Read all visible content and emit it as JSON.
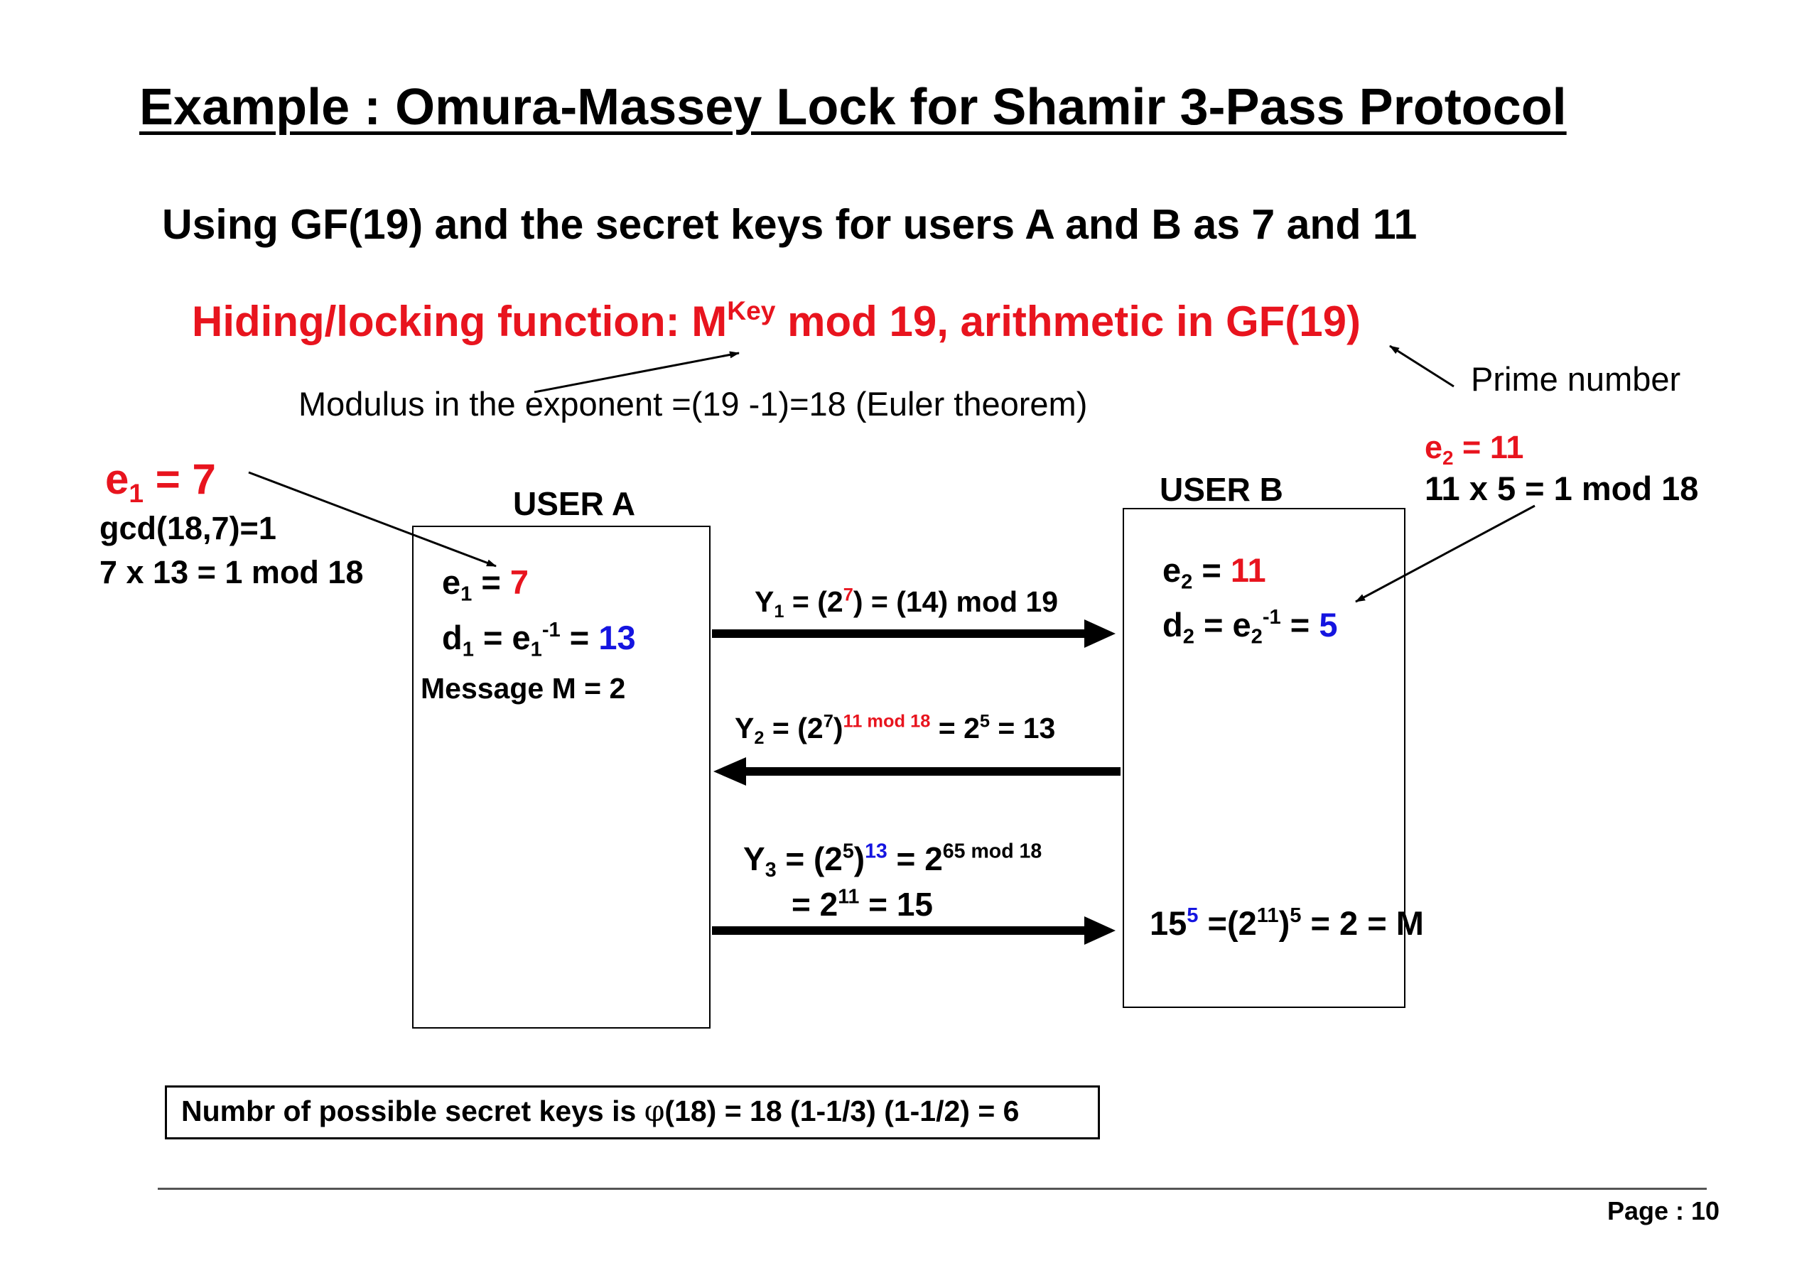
{
  "title": "Example : Omura-Massey  Lock for Shamir 3-Pass Protocol",
  "subtitle": "Using GF(19) and the secret keys for users A and B as 7 and 11",
  "hiding": {
    "label": "Hiding/locking function:  M",
    "exp": "Key",
    "rest": " mod 19, arithmetic in GF(19)"
  },
  "modulus_note": "Modulus in the exponent =(19 -1)=18 (Euler theorem)",
  "prime_note": "Prime number",
  "left_annot": {
    "e1_base": "e",
    "e1_sub": "1",
    "e1_rest": " = 7",
    "gcd": "gcd(18,7)=1",
    "inverse": "7 x 13 = 1  mod 18"
  },
  "right_annot": {
    "e2_base": "e",
    "e2_sub": "2",
    "e2_rest": " = 11",
    "inverse": "11 x 5 = 1  mod 18"
  },
  "user_a": {
    "label": "USER A",
    "e1": {
      "base": "e",
      "sub": "1",
      "eq": " = ",
      "val": "7"
    },
    "d1": {
      "base": "d",
      "sub": "1",
      "eq": " = e",
      "sub2": "1",
      "sup": "-1",
      "eq2": " = ",
      "val": "13"
    },
    "message": "Message M = 2"
  },
  "user_b": {
    "label": "USER B",
    "e2": {
      "base": "e",
      "sub": "2",
      "eq": " = ",
      "val": "11"
    },
    "d2": {
      "base": "d",
      "sub": "2",
      "eq": " = e",
      "sub2": "2",
      "sup": "-1",
      "eq2": " = ",
      "val": "5"
    },
    "result": {
      "p1": "15",
      "s1": "5",
      "p2": " =(2",
      "s2": "11",
      "p3": ")",
      "s3": "5",
      "p4": " = 2 = M"
    }
  },
  "passes": {
    "y1": {
      "base": "Y",
      "sub": "1",
      "p1": " = (2",
      "sup": "7",
      "p2": ") = (14) mod 19"
    },
    "y2": {
      "base": "Y",
      "sub": "2",
      "p1": " = (2",
      "sup1": "7",
      "p2": ")",
      "sup2": "11 mod 18",
      "p3": " = 2",
      "sup3": "5",
      "p4": " = 13"
    },
    "y3": {
      "base": "Y",
      "sub": "3",
      "p1": " = (2",
      "sup1": "5",
      "p2": ")",
      "sup2": "13",
      "p3": " = 2",
      "sup3": "65 mod 18",
      "line2a": "= 2",
      "line2sup": "11",
      "line2b": " = 15"
    }
  },
  "keys_note": {
    "p1": "Numbr of possible secret keys is ",
    "phi": "φ",
    "p2": "(18) = 18 (1-1/3) (1-1/2) = 6"
  },
  "footer": {
    "page_label": "Page :  10"
  },
  "colors": {
    "red": "#e8141e",
    "blue": "#1515e0",
    "black": "#000000"
  }
}
